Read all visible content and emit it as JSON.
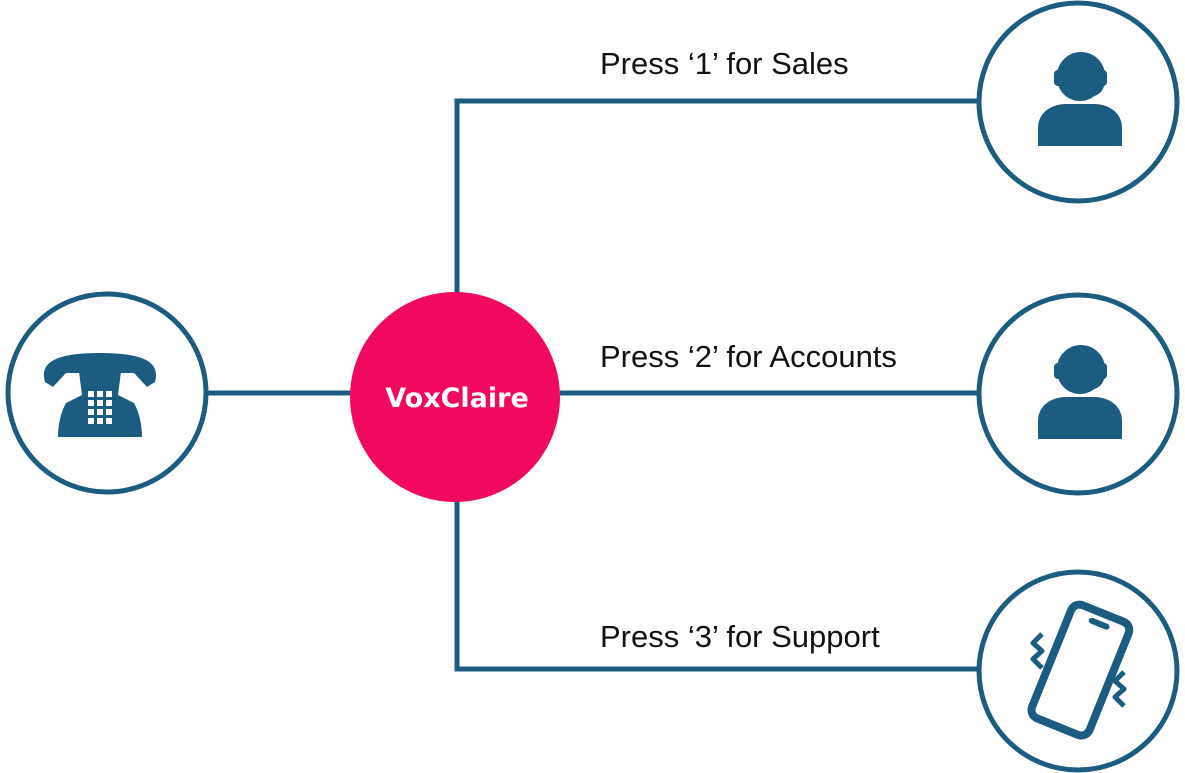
{
  "hub": {
    "label": "VoxClaire",
    "color": "#F0095F"
  },
  "colors": {
    "line": "#1B5C80",
    "icon": "#1B5C80"
  },
  "caller": {
    "icon": "desk-telephone-icon"
  },
  "options": [
    {
      "label": "Press ‘1’ for Sales",
      "icon": "agent-headset-icon"
    },
    {
      "label": "Press ‘2’ for Accounts",
      "icon": "agent-headset-icon"
    },
    {
      "label": "Press ‘3’ for Support",
      "icon": "vibrating-mobile-phone-icon"
    }
  ]
}
